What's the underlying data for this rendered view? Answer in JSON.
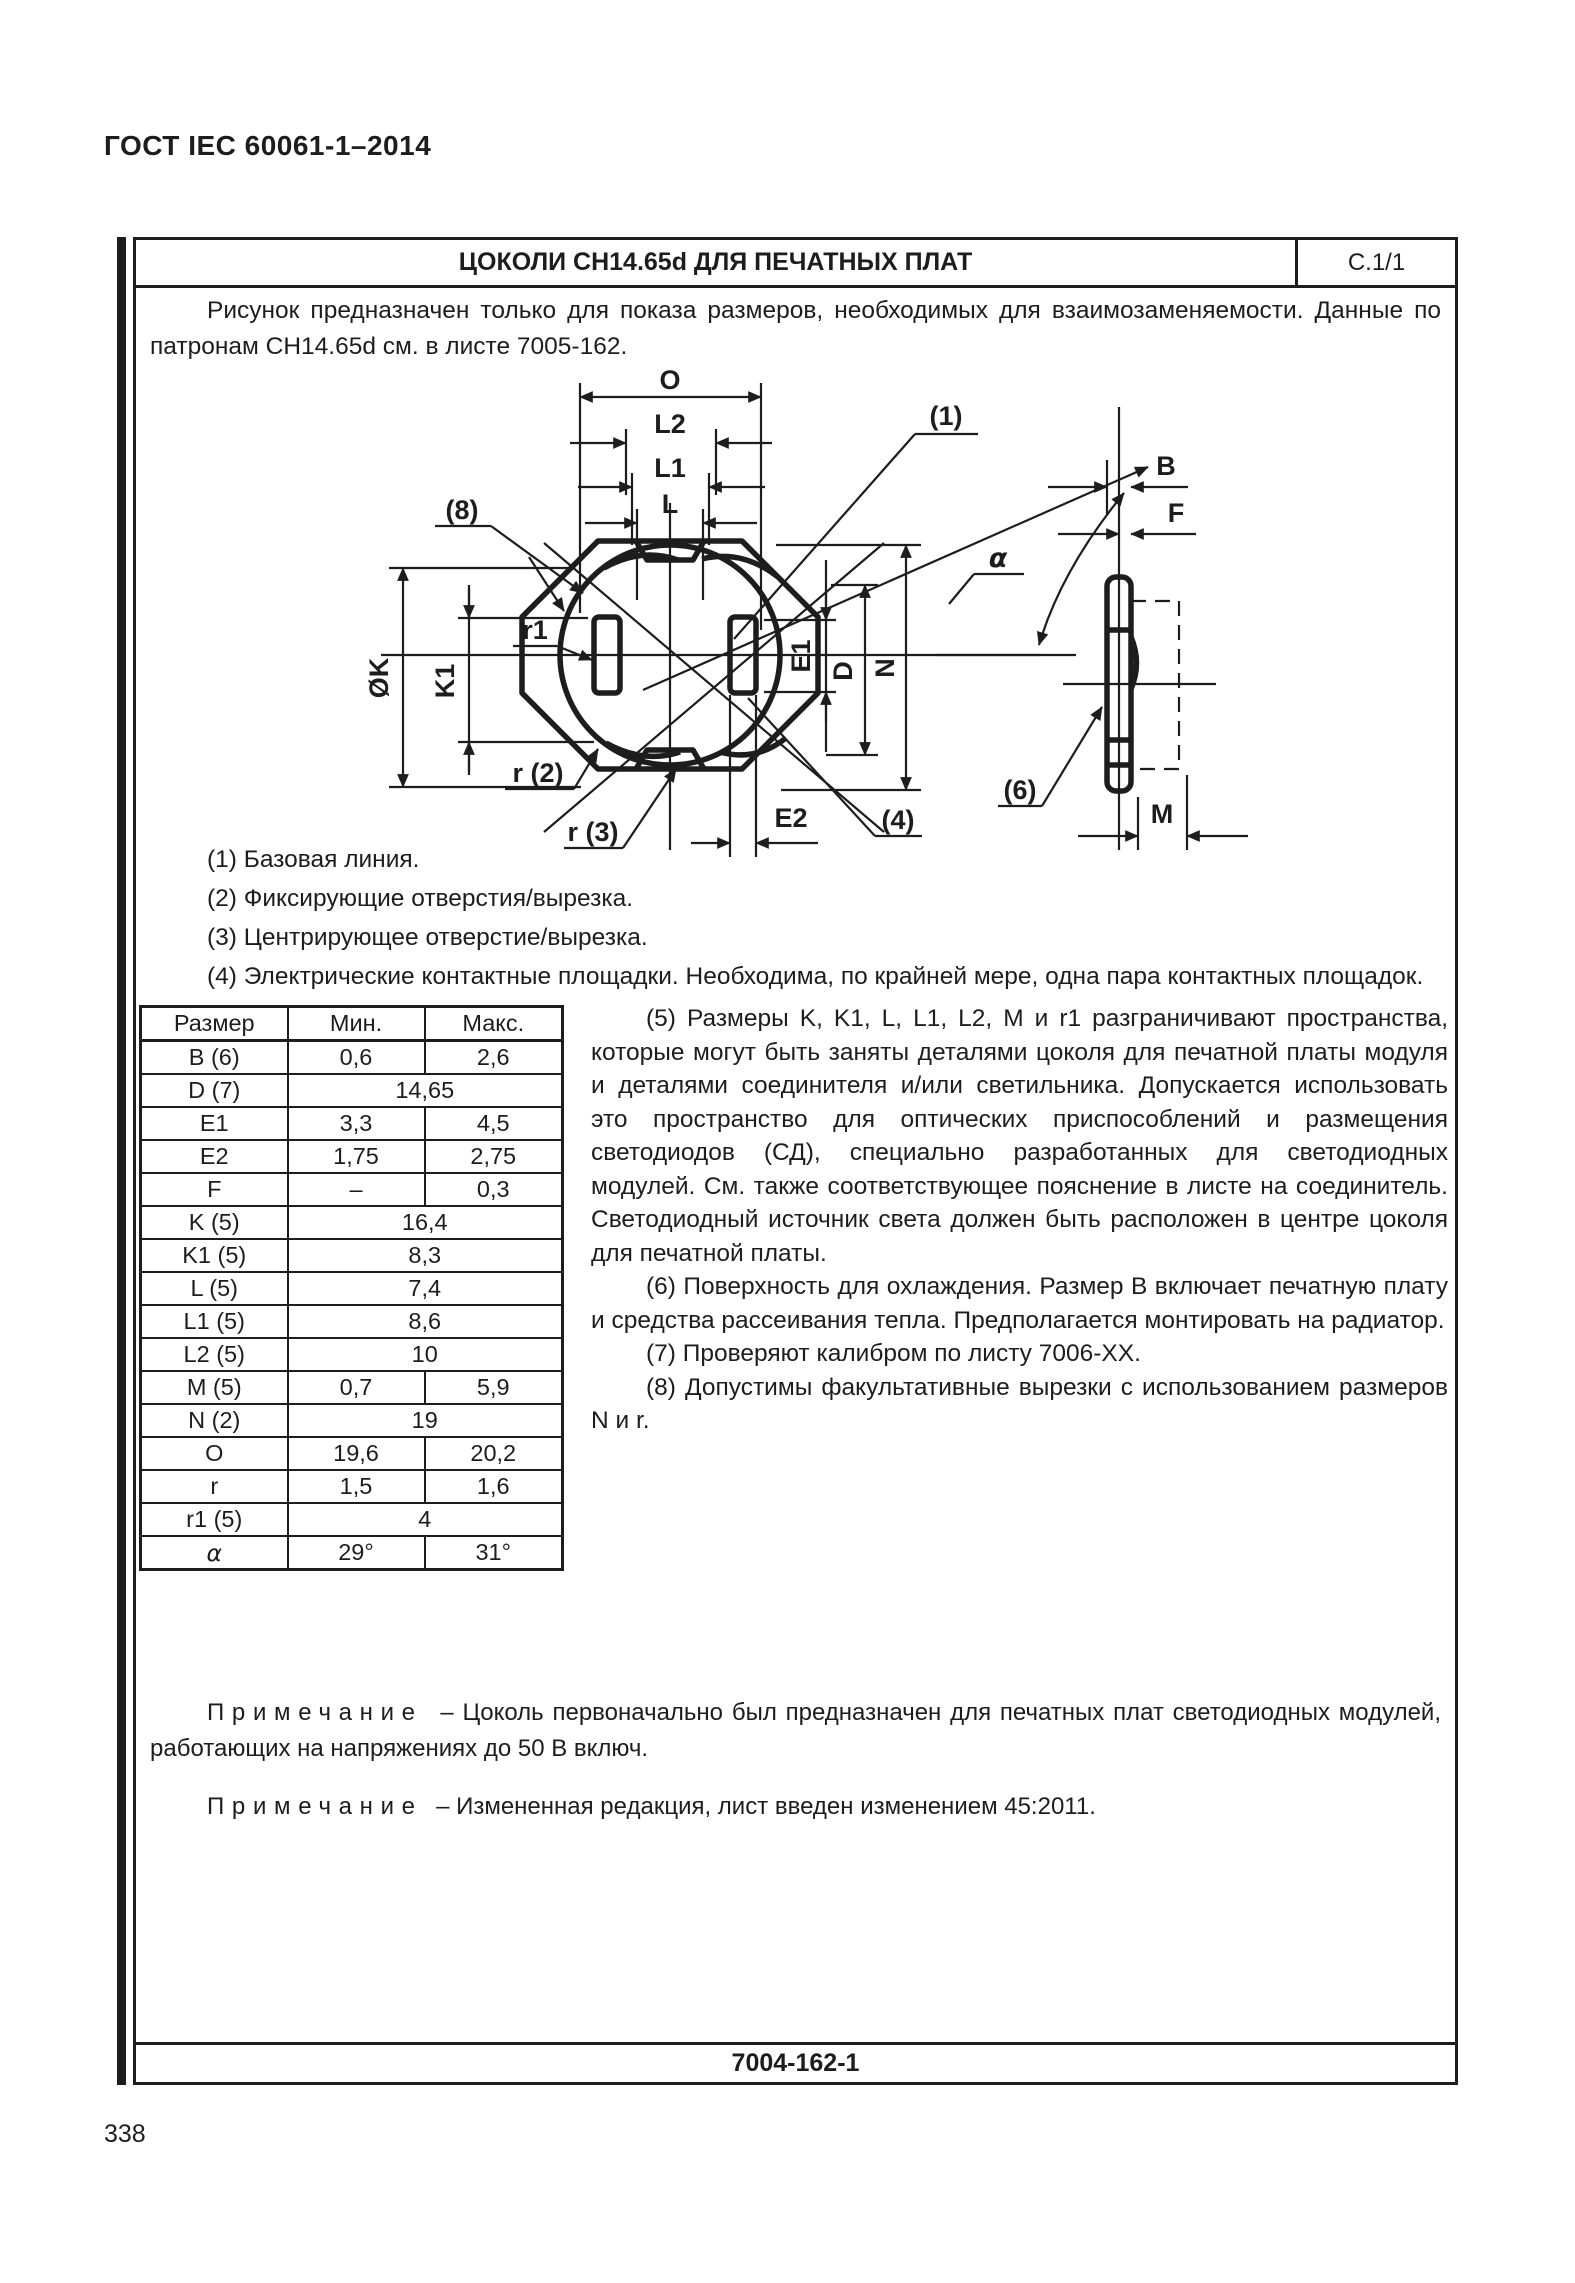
{
  "page": {
    "standard": "ГОСТ IEC 60061-1–2014",
    "page_number": "338"
  },
  "sheet": {
    "title": "ЦОКОЛИ CH14.65d ДЛЯ ПЕЧАТНЫХ ПЛАТ",
    "sheet_ref": "С.1/1",
    "intro": "Рисунок предназначен только для показа размеров, необходимых для взаимозаменяемости. Данные по патронам CH14.65d см. в листе 7005-162.",
    "footer_ref": "7004-162-1"
  },
  "drawing": {
    "labels": {
      "o": "O",
      "l2": "L2",
      "l1": "L1",
      "l": "L",
      "ref1": "(1)",
      "ref8": "(8)",
      "ref4": "(4)",
      "ref6": "(6)",
      "ok": "ØK",
      "k1": "K1",
      "r1": "r1",
      "r2": "r (2)",
      "r3": "r (3)",
      "e1": "E1",
      "d": "D",
      "n": "N",
      "e2": "E2",
      "alpha": "α",
      "b": "B",
      "f": "F",
      "m": "M"
    }
  },
  "notes_left": [
    "(1) Базовая линия.",
    "(2) Фиксирующие отверстия/вырезка.",
    "(3) Центрирующее отверстие/вырезка.",
    "(4) Электрические контактные площадки. Необходима, по крайней мере, одна пара контактных площадок."
  ],
  "notes_right": [
    "(5) Размеры K, K1, L, L1, L2, M и r1 разграничивают пространства, которые могут быть заняты деталями цоколя для печатной платы модуля и деталями соединителя и/или светильника. Допускается использовать это пространство для оптических приспособлений и размещения светодиодов (СД), специально разработанных для светодиодных модулей. См. также соответствующее пояснение в листе на соединитель. Светодиодный источник света должен быть расположен в центре цоколя для печатной платы.",
    "(6) Поверхность для охлаждения. Размер B включает печатную плату и средства рассеивания тепла. Предполагается монтировать на радиатор.",
    "(7) Проверяют калибром по листу 7006-XX.",
    "(8) Допустимы факультативные вырезки с использованием размеров N и r."
  ],
  "table": {
    "headers": [
      "Размер",
      "Мин.",
      "Макс."
    ],
    "rows": [
      {
        "label": "B (6)",
        "min": "0,6",
        "max": "2,6"
      },
      {
        "label": "D (7)",
        "value": "14,65"
      },
      {
        "label": "E1",
        "min": "3,3",
        "max": "4,5"
      },
      {
        "label": "E2",
        "min": "1,75",
        "max": "2,75"
      },
      {
        "label": "F",
        "min": "–",
        "max": "0,3"
      },
      {
        "label": "K (5)",
        "value": "16,4"
      },
      {
        "label": "K1 (5)",
        "value": "8,3"
      },
      {
        "label": "L (5)",
        "value": "7,4"
      },
      {
        "label": "L1 (5)",
        "value": "8,6"
      },
      {
        "label": "L2 (5)",
        "value": "10"
      },
      {
        "label": "M (5)",
        "min": "0,7",
        "max": "5,9"
      },
      {
        "label": "N (2)",
        "value": "19"
      },
      {
        "label": "O",
        "min": "19,6",
        "max": "20,2"
      },
      {
        "label": "r",
        "min": "1,5",
        "max": "1,6"
      },
      {
        "label": "r1 (5)",
        "value": "4"
      },
      {
        "label": "α",
        "min": "29°",
        "max": "31°"
      }
    ]
  },
  "remarks": [
    {
      "label": "Примечание",
      "text": "– Цоколь первоначально был предназначен для печатных плат светодиодных модулей, работающих на напряжениях до 50 В включ."
    },
    {
      "label": "Примечание",
      "text": "– Измененная редакция, лист введен изменением 45:2011."
    }
  ]
}
